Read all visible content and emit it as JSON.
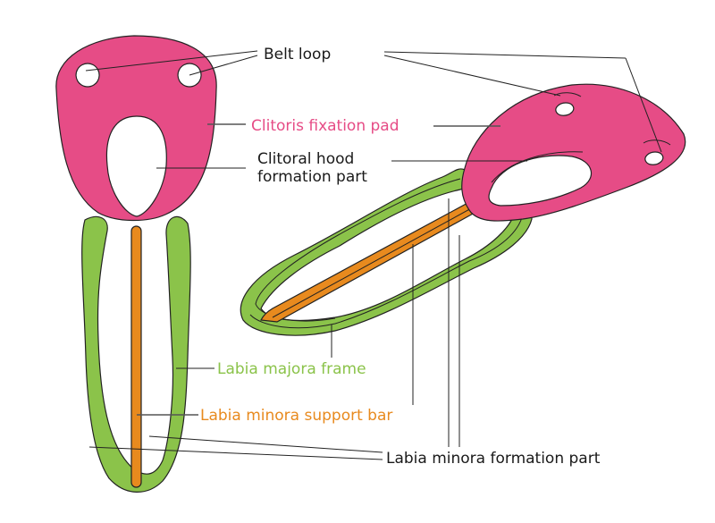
{
  "colors": {
    "pad": "#e64c86",
    "frame": "#8bc34a",
    "bar": "#e88a1e",
    "text": "#1a1a1a"
  },
  "labels": {
    "belt_loop": "Belt loop",
    "clitoris_fixation_pad": "Clitoris fixation pad",
    "clitoral_hood_line1": "Clitoral hood",
    "clitoral_hood_line2": "formation part",
    "labia_majora_frame": "Labia majora frame",
    "labia_minora_support_bar": "Labia minora support bar",
    "labia_minora_formation_part": "Labia minora formation part"
  }
}
